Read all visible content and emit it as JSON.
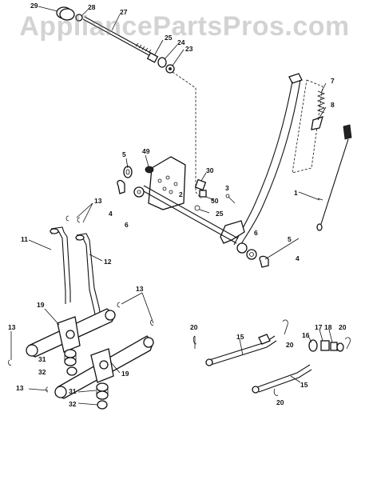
{
  "watermark": "AppliancePartsPros.com",
  "callouts": {
    "c29": "29",
    "c28": "28",
    "c27": "27",
    "c25a": "25",
    "c24": "24",
    "c23": "23",
    "c7": "7",
    "c8": "8",
    "c5a": "5",
    "c49": "49",
    "c30": "30",
    "c3": "3",
    "c2": "2",
    "c50": "50",
    "c25b": "25",
    "c4a": "4",
    "c6a": "6",
    "c1": "1",
    "c13a": "13",
    "c11": "11",
    "c12": "12",
    "c6b": "6",
    "c5b": "5",
    "c4b": "4",
    "c13b": "13",
    "c19a": "19",
    "c13c": "13",
    "c31a": "31",
    "c32a": "32",
    "c19b": "19",
    "c13d": "13",
    "c31b": "31",
    "c32b": "32",
    "c20a": "20",
    "c15a": "15",
    "c20b": "20",
    "c16": "16",
    "c17": "17",
    "c18": "18",
    "c20c": "20",
    "c20d": "20",
    "c15b": "15"
  }
}
